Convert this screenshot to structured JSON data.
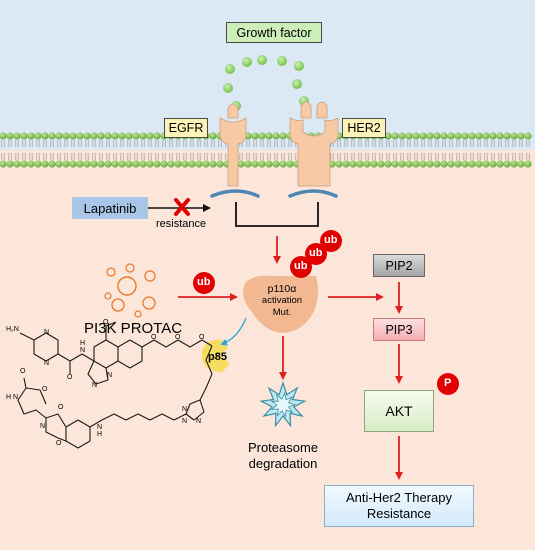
{
  "labels": {
    "growth_factor": "Growth factor",
    "egfr": "EGFR",
    "her2": "HER2",
    "lapatinib": "Lapatinib",
    "resistance": "resistance",
    "ub": "ub",
    "pi3k_protac": "PI3K PROTAC",
    "p110a_line1": "p110α",
    "p110a_line2": "activation",
    "p110a_line3": "Mut.",
    "p85": "p85",
    "proteasome_line1": "Proteasome",
    "proteasome_line2": "degradation",
    "pip2": "PIP2",
    "pip3": "PIP3",
    "akt": "AKT",
    "phospho": "P",
    "outcome_line1": "Anti-Her2 Therapy",
    "outcome_line2": "Resistance"
  },
  "molecule_atoms": {
    "h2n": "H₂N",
    "n": "N",
    "h": "H",
    "o": "O"
  },
  "colors": {
    "extracellular": "#dce9f5",
    "cytoplasm": "#fbe6d9",
    "membrane_head": "#7ebc45",
    "growth_factor_box": "#ccefb9",
    "growth_factor_dot": "#8fd16b",
    "receptor": "#f7c9a5",
    "receptor_label_box": "#fdf3b8",
    "adapter": "#4f86b3",
    "lapatinib_box": "#a9c6e8",
    "ub_red": "#e00000",
    "protac_orange": "#e9782a",
    "p110a": "#f2b892",
    "p85": "#f7dc62",
    "proteasome": "#8fd4e2",
    "pip2_box": "#bfbfbf",
    "pip3_box": "#f9c3c6",
    "akt_box": "#e8f4dc",
    "outcome_box": "#e3f2fc",
    "arrow_red": "#e02020",
    "arrow_blue": "#2aa4e0"
  }
}
